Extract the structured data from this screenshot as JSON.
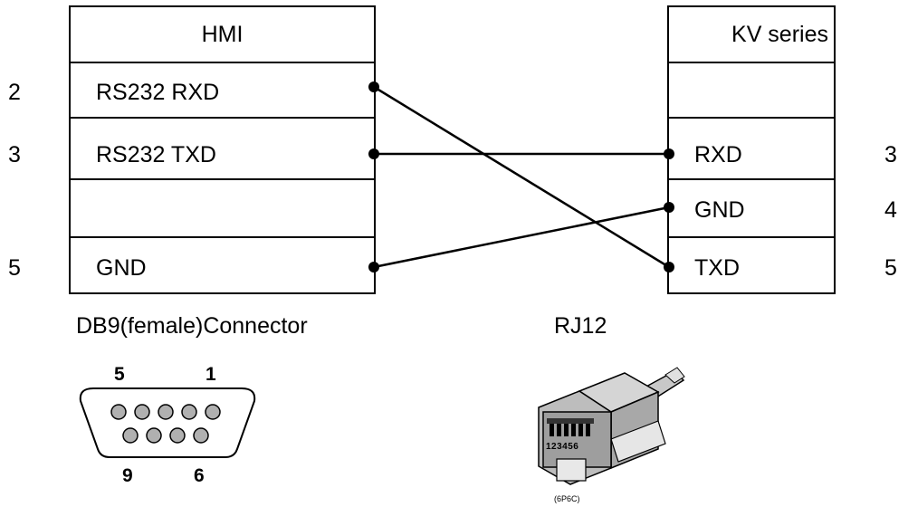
{
  "left_table": {
    "header": "HMI",
    "rows": [
      "RS232 RXD",
      "RS232 TXD",
      "",
      "GND"
    ],
    "pins": [
      "2",
      "3",
      "5"
    ],
    "caption": "DB9(female)Connector"
  },
  "right_table": {
    "header": "KV series",
    "rows": [
      "",
      "RXD",
      "GND",
      "TXD"
    ],
    "pins": [
      "3",
      "4",
      "5"
    ],
    "caption": "RJ12"
  },
  "db9": {
    "top_left_pin": "5",
    "top_right_pin": "1",
    "bottom_left_pin": "9",
    "bottom_right_pin": "6"
  },
  "rj12": {
    "pin_numbers": "123456",
    "type_label": "(6P6C)"
  },
  "connections": [
    {
      "from": "RS232 RXD",
      "to": "TXD"
    },
    {
      "from": "RS232 TXD",
      "to": "RXD"
    },
    {
      "from": "GND",
      "to": "GND"
    }
  ]
}
